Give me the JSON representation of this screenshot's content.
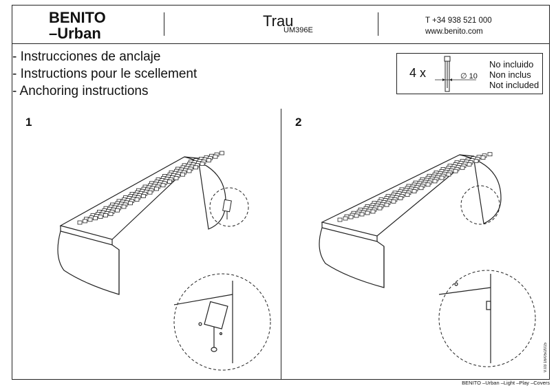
{
  "header": {
    "brand_line1": "BENITO",
    "brand_line2": "–Urban",
    "product_name": "Trau",
    "product_code": "UM396E",
    "phone": "T +34 938 521 000",
    "website": "www.benito.com"
  },
  "instructions": {
    "es": "- Instrucciones de anclaje",
    "fr": "- Instructions pour le scellement",
    "en": "- Anchoring instructions"
  },
  "bolt_box": {
    "quantity": "4 x",
    "diameter_symbol": "∅",
    "diameter": "10",
    "not_included_es": "No incluido",
    "not_included_fr": "Non inclus",
    "not_included_en": "Not included"
  },
  "steps": {
    "step1": "1",
    "step2": "2"
  },
  "version": "V.03 16/05/2015",
  "footer": "BENITO –Urban –Light –Play –Covers"
}
